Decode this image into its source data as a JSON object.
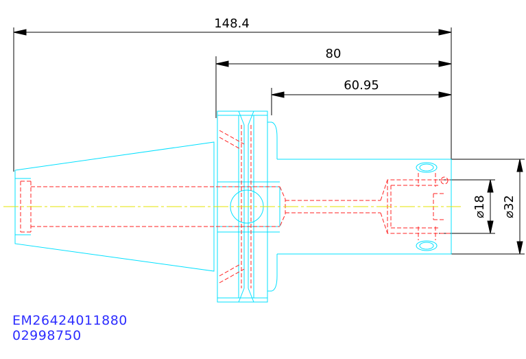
{
  "dimensions": {
    "overall_length": "148.4",
    "flange_to_end": "80",
    "shank_length": "60.95",
    "bore_diameter": "⌀18",
    "outer_diameter": "⌀32"
  },
  "codes": {
    "line1": "EM26424011880",
    "line2": "02998750"
  },
  "colors": {
    "outline": "#00e0ff",
    "hidden": "#ff2020",
    "centerline": "#e6e600",
    "dimension": "#000000",
    "caption": "#2d2dff"
  }
}
